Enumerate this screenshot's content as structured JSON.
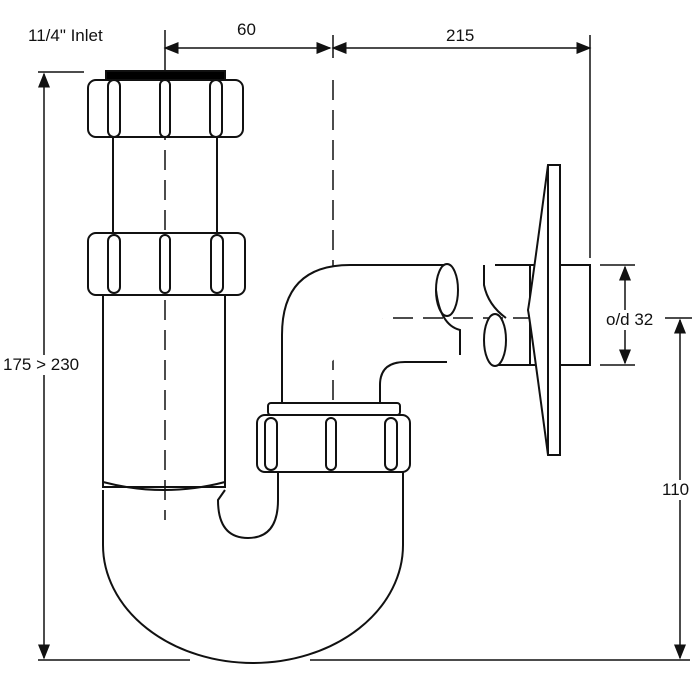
{
  "title": "Bottle trap dimension drawing",
  "labels": {
    "inlet": "11/4\" Inlet",
    "offset_60": "60",
    "offset_215": "215",
    "height_range": "175 > 230",
    "outlet_diameter": "o/d 32",
    "outlet_height": "110"
  },
  "colors": {
    "line": "#111111",
    "cap": "#000000"
  }
}
